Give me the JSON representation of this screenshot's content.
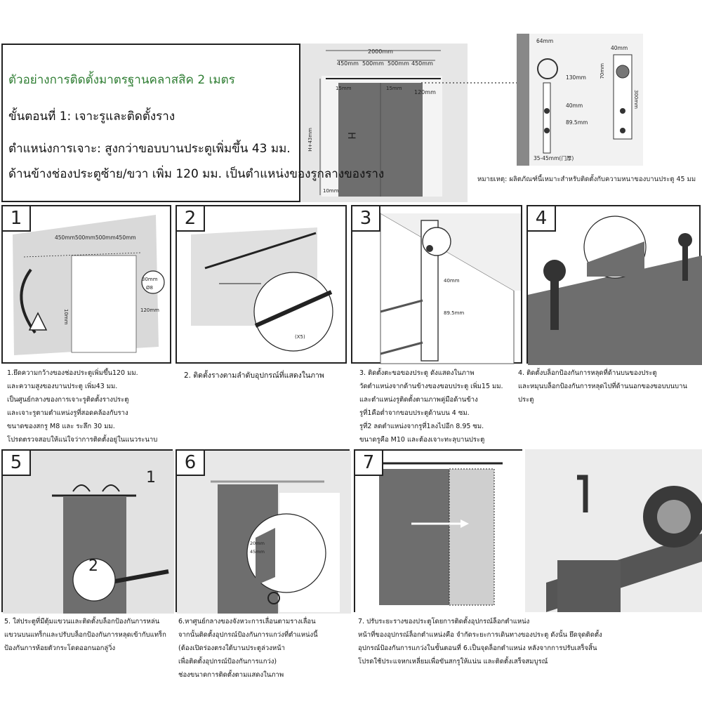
{
  "header": {
    "title": "ตัวอย่างการติดตั้งมาตรฐานคลาสสิค 2 เมตร",
    "step1": "ขั้นตอนที่ 1: เจาะรูและติดตั้งราง",
    "drill_pos": "ตำแหน่งการเจาะ: สูงกว่าขอบบานประตูเพิ่มขึ้น 43 มม.",
    "side_pos": "ด้านข้างช่องประตูซ้าย/ขวา เพิ่ม 120 มม. เป็นตำแหน่งของรูกลางของราง"
  },
  "main_diagram": {
    "total": "2000mm",
    "seg1": "450mm",
    "seg2": "500mm",
    "seg3": "500mm",
    "seg4": "450mm",
    "left_gap": "15mm",
    "right_gap": "15mm",
    "side": "120mm",
    "height_label": "H+43mm",
    "h_letter": "H",
    "bottom": "10mm"
  },
  "hardware": {
    "d1": "64mm",
    "d2": "40mm",
    "d3": "130mm",
    "d4": "70mm",
    "d5": "300mm",
    "d6": "40mm",
    "d7": "89.5mm",
    "d8": "35-45mm(门厚)"
  },
  "note": "หมายเหตุ: ผลิตภัณฑ์นี้เหมาะสำหรับติดตั้งกับความหนาของบานประตู 45 มม",
  "steps": [
    {
      "n": "1",
      "caption": "1.ยึดความกว้างของช่องประตูเพิ่มขึ้น120 มม.\nและความสูงของบานประตู เพิ่ม43 มม.\nเป็นศูนย์กลางของการเจาะรูติดตั้งรางประตู\nและเจาะรูตามตำแหน่งรูที่สอดคล้องกับราง\nขนาดของสกรู M8 และ ระลึก 30 มม.\nโปรดตรวจสอบให้แน่ใจว่าการติดตั้งอยู่ในแนวระนาบ",
      "seg": "450mm500mm500mm450mm",
      "vert": "10mm",
      "side": "120mm",
      "drill1": "30mm",
      "drill2": "Ø8"
    },
    {
      "n": "2",
      "caption": "2. ติดตั้งรางตามลำดับอุปกรณ์ที่แสดงในภาพ",
      "qty": "(X5)"
    },
    {
      "n": "3",
      "caption": "3. ติดตั้งตะขอของประตู ดังแสดงในภาพ\nวัดตำแหน่งจากด้านข้างของขอบประตู เพิ่ม15 มม.\nและตำแหน่งรูติดตั้งตามภาพคู่มือด้านข้าง\nรูที่1คือต่ำจากขอบประตูด้านบน 4 ซม.\nรูที่2 ลดตำแหน่งจากรูที่1ลงไปอีก 8.95 ซม.\nขนาดรูคือ M10 และต้องเจาะทะลุบานประตู",
      "d1": "40mm",
      "d2": "89.5mm"
    },
    {
      "n": "4",
      "caption": "4. ติดตั้งบล็อกป้องกันการหลุดที่ด้านบนของประตู\nและหมุนบล็อกป้องกันการหลุดไปที่ด้านนอกของขอบบนบานประตู"
    },
    {
      "n": "5",
      "caption": "5. ใส่ประตูที่มีตุ้มแขวนและติดตั้งบล็อกป้องกันการหล่น\nแขวนบนแทร็กและปรับบล็อกป้องกันการหลุดเข้ากับแทร็ก\nป้องกันการห้อยตัวกระโดดออกนอกลู่วิ่ง",
      "label1": "1",
      "label2": "2"
    },
    {
      "n": "6",
      "caption": "6.หาศูนย์กลางของจังหวะการเลื่อนตามรางเลื่อน\nจากนั้นติดตั้งอุปกรณ์ป้องกันการแกว่งที่ตำแหน่งนี้\n(ต้องเปิดร่องตรงใต้บานประตูล่วงหน้า\nเพื่อติดตั้งอุปกรณ์ป้องกันการแกว่ง)\nช่องขนาดการติดตั้งตามแสดงในภาพ",
      "g1": "20mm",
      "g2": "45mm"
    },
    {
      "n": "7",
      "caption": "7. ปรับระยะรางของประตูโดยการติดตั้งอุปกรณ์ล็อกตำแหน่ง\n  หน้าที่ของอุปกรณ์ล็อกตำแหน่งคือ จำกัดระยะการเดินทางของประตู ดังนั้น ยึดจุดติดตั้ง\nอุปกรณ์ป้องกันการแกว่งในขั้นตอนที่ 6.เป็นจุดล็อกตำแหน่ง หลังจากการปรับเสร็จสิ้น\nโปรดใช้ประแจหกเหลี่ยมเพื่อขันสกรูให้แน่น และติดตั้งเสร็จสมบูรณ์"
    }
  ],
  "colors": {
    "door": "#6e6e6e",
    "wall": "#d8d8d8",
    "accent": "#2e7d32",
    "frame": "#222222",
    "track": "#333333"
  }
}
